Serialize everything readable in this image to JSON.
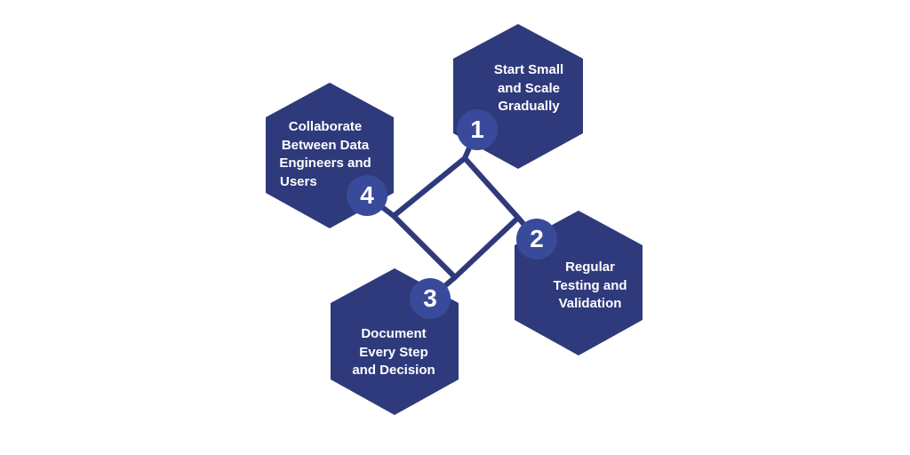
{
  "colors": {
    "hexagon_fill": "#2E3A7C",
    "badge_fill": "#3A4A9A",
    "connector": "#2E3A7C",
    "text": "#FFFFFF",
    "background": "#FFFFFF"
  },
  "steps": [
    {
      "number": "1",
      "lines": [
        "Start Small",
        "and Scale",
        "Gradually"
      ]
    },
    {
      "number": "2",
      "lines": [
        "Regular",
        "Testing and",
        "Validation"
      ]
    },
    {
      "number": "3",
      "lines": [
        "Document",
        "Every Step",
        "and Decision"
      ]
    },
    {
      "number": "4",
      "lines": [
        "Collaborate",
        "Between Data",
        "Engineers and",
        "Users"
      ]
    }
  ]
}
